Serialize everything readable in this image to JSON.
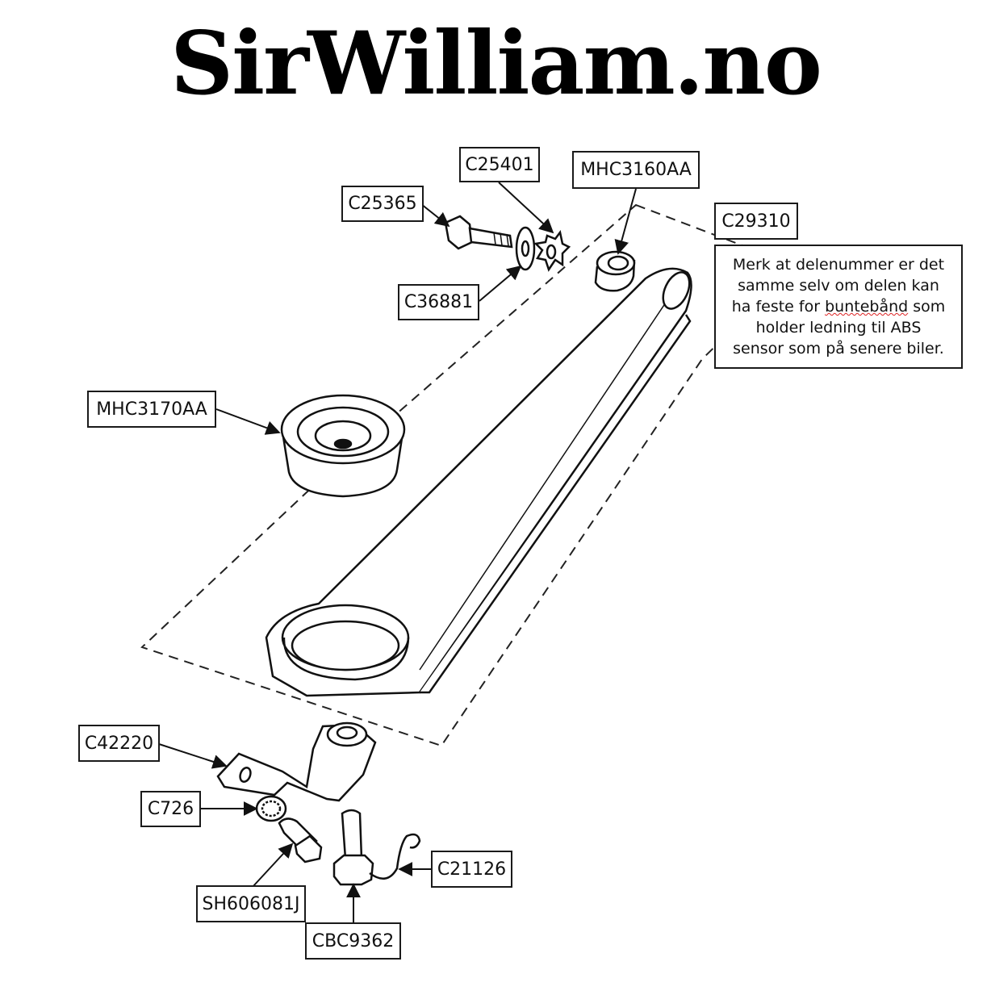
{
  "logo": {
    "text": "SirWilliam.no"
  },
  "parts": {
    "c25401": "C25401",
    "mhc3160aa": "MHC3160AA",
    "c25365": "C25365",
    "c29310": "C29310",
    "c36881": "C36881",
    "mhc3170aa": "MHC3170AA",
    "c42220": "C42220",
    "c726": "C726",
    "c21126": "C21126",
    "sh606081j": "SH606081J",
    "cbc9362": "CBC9362"
  },
  "note": {
    "line1": "Merk at delenummer er det",
    "line2": "samme selv om delen kan",
    "line3_pre": "ha feste for ",
    "line3_word": "buntebånd",
    "line3_post": " som",
    "line4": "holder ledning til ABS",
    "line5": "sensor som på senere biler."
  },
  "colors": {
    "ink": "#111111",
    "spellcheck_underline": "#dd2222"
  }
}
